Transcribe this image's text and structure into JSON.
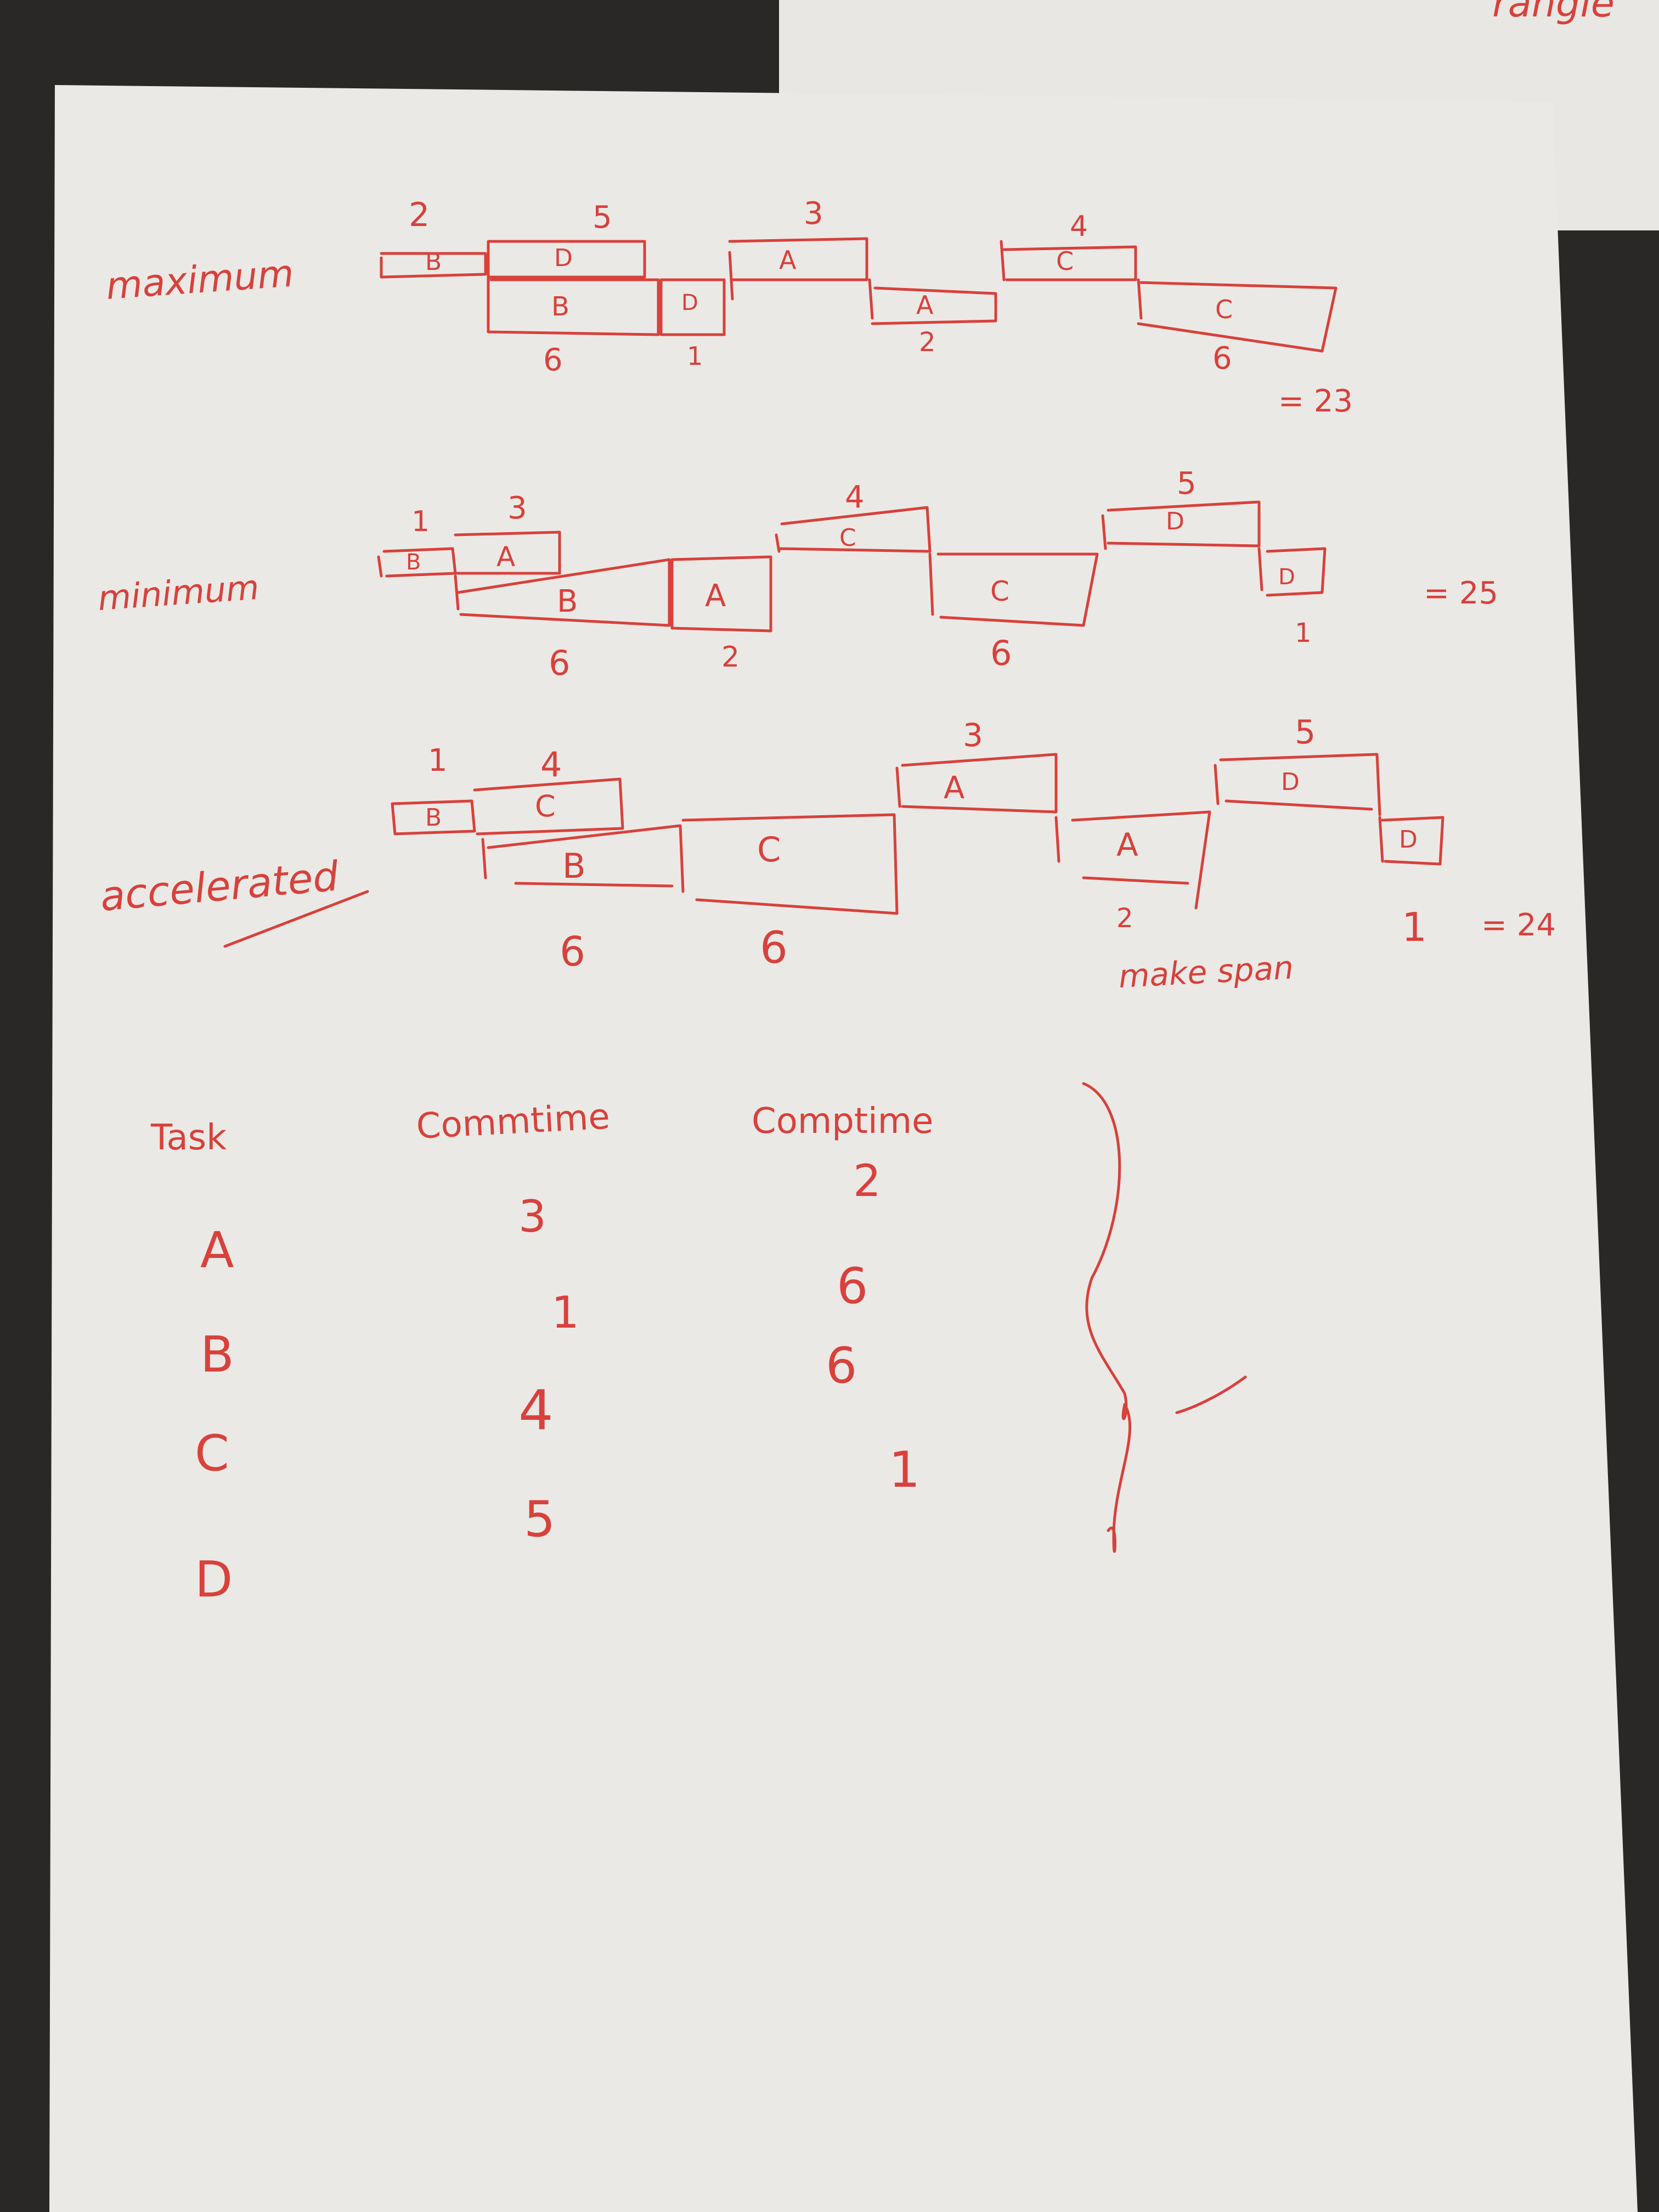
{
  "back_paper_fragment": "rangle",
  "ink_color": "#d8413c",
  "schedules": [
    {
      "label": "maximum",
      "total": "= 23",
      "top_row": [
        {
          "task": "B",
          "time": "2"
        },
        {
          "task": "D",
          "time": "5"
        },
        {
          "task": "A",
          "time": "3"
        },
        {
          "task": "C",
          "time": "4"
        }
      ],
      "bottom_row": [
        {
          "task": "B",
          "time": "6"
        },
        {
          "task": "D",
          "time": "1"
        },
        {
          "task": "A",
          "time": "2"
        },
        {
          "task": "C",
          "time": "6"
        }
      ]
    },
    {
      "label": "minimum",
      "total": "= 25",
      "top_row": [
        {
          "task": "B",
          "time": "1"
        },
        {
          "task": "A",
          "time": "3"
        },
        {
          "task": "C",
          "time": "4"
        },
        {
          "task": "D",
          "time": "5"
        }
      ],
      "bottom_row": [
        {
          "task": "B",
          "time": "6"
        },
        {
          "task": "A",
          "time": "2"
        },
        {
          "task": "C",
          "time": "6"
        },
        {
          "task": "D",
          "time": "1"
        }
      ]
    },
    {
      "label": "accelerated",
      "total": "= 24",
      "note": "make span",
      "top_row": [
        {
          "task": "B",
          "time": "1"
        },
        {
          "task": "C",
          "time": "4"
        },
        {
          "task": "A",
          "time": "3"
        },
        {
          "task": "D",
          "time": "5"
        }
      ],
      "bottom_row": [
        {
          "task": "B",
          "time": "6"
        },
        {
          "task": "C",
          "time": "6"
        },
        {
          "task": "A",
          "time": "2"
        },
        {
          "task": "D",
          "time": "1"
        }
      ]
    }
  ],
  "table": {
    "headers": [
      "Task",
      "Commtime",
      "Comptime"
    ],
    "rows": [
      {
        "task": "A",
        "commtime": "3",
        "comptime": "2"
      },
      {
        "task": "B",
        "commtime": "1",
        "comptime": "6"
      },
      {
        "task": "C",
        "commtime": "4",
        "comptime": "6"
      },
      {
        "task": "D",
        "commtime": "5",
        "comptime": "1"
      }
    ]
  }
}
